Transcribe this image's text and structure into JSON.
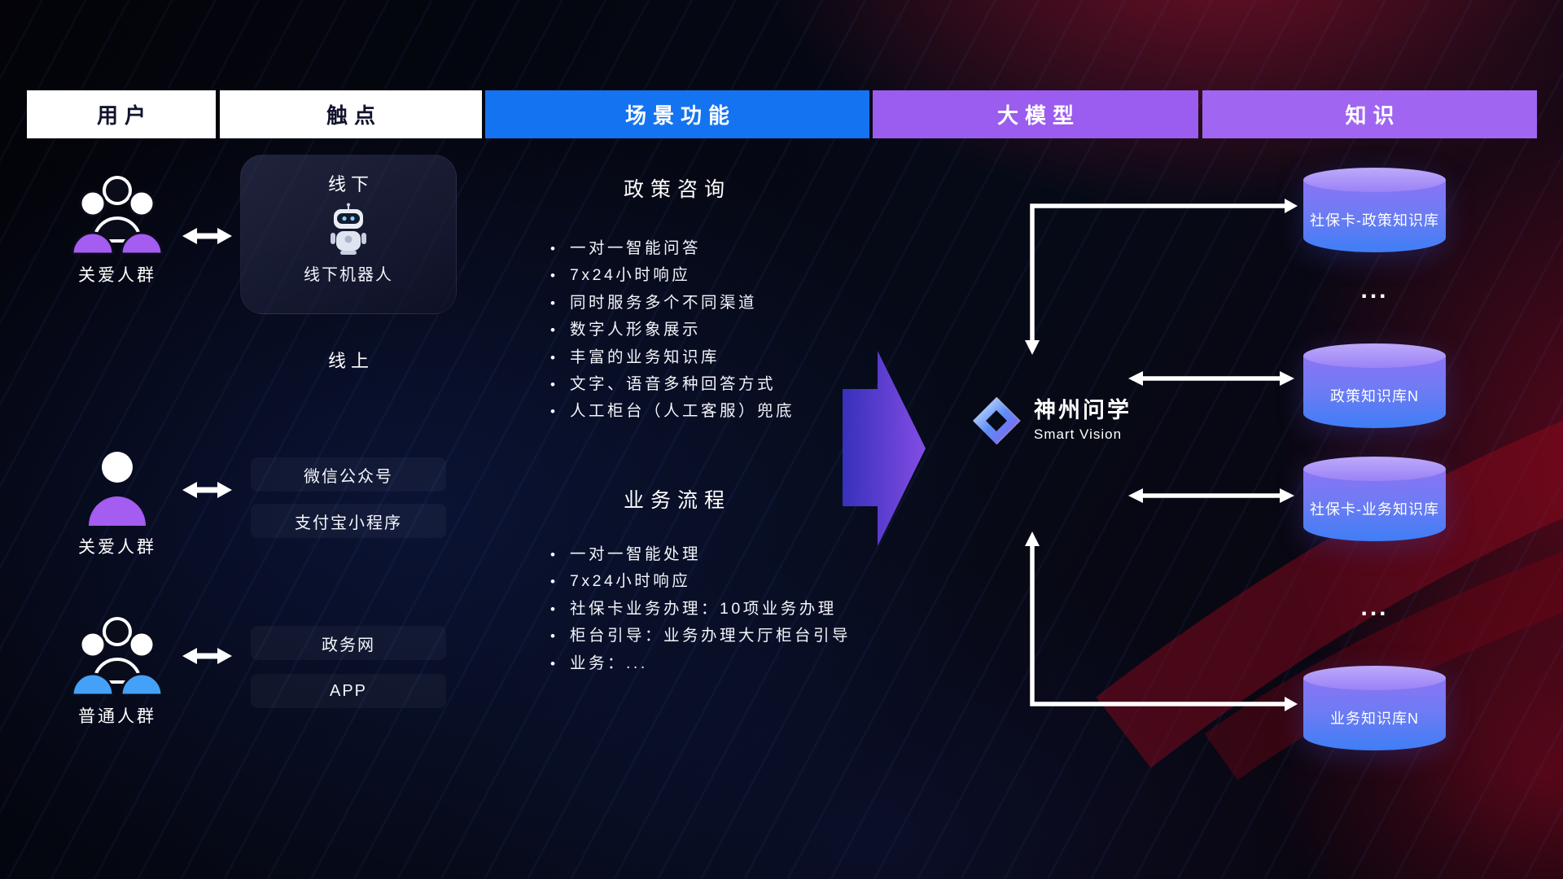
{
  "header": {
    "columns": [
      {
        "label": "用户"
      },
      {
        "label": "触点"
      },
      {
        "label": "场景功能"
      },
      {
        "label": "大模型"
      },
      {
        "label": "知识"
      }
    ]
  },
  "users": [
    {
      "label": "关爱人群"
    },
    {
      "label": "关爱人群"
    },
    {
      "label": "普通人群"
    }
  ],
  "touchpoints": {
    "offline": {
      "title": "线下",
      "robot_label": "线下机器人"
    },
    "online": {
      "title": "线上",
      "items": [
        "微信公众号",
        "支付宝小程序",
        "政务网",
        "APP"
      ]
    }
  },
  "scenarios": {
    "policy": {
      "title": "政策咨询",
      "items": [
        "一对一智能问答",
        "7x24小时响应",
        "同时服务多个不同渠道",
        "数字人形象展示",
        "丰富的业务知识库",
        "文字、语音多种回答方式",
        "人工柜台（人工客服）兜底"
      ]
    },
    "business": {
      "title": "业务流程",
      "items": [
        "一对一智能处理",
        "7x24小时响应",
        "社保卡业务办理：10项业务办理",
        "柜台引导：业务办理大厅柜台引导",
        "业务：..."
      ]
    }
  },
  "model": {
    "name": "神州问学",
    "subtitle": "Smart Vision"
  },
  "knowledge": {
    "databases": [
      {
        "label": "社保卡-政策知识库"
      },
      {
        "label": "政策知识库N"
      },
      {
        "label": "社保卡-业务知识库"
      },
      {
        "label": "业务知识库N"
      }
    ],
    "ellipsis": "..."
  },
  "icons": {
    "care_group": "people-group-icon",
    "single_person": "person-icon",
    "general_group": "people-group-icon",
    "robot": "robot-icon",
    "model_logo": "gem-diamond-icon",
    "flow_arrow": "right-arrow-icon",
    "link_arrow": "double-arrow-icon"
  },
  "colors": {
    "blue_header": "#1473f0",
    "purple_header": "#9b5cf0",
    "cylinder_top": "#bda9fa",
    "cylinder_body_start": "#8b74f4",
    "cylinder_body_end": "#3f7ef5",
    "user_purple": "#a55cf0",
    "user_blue": "#45a1f8",
    "arrow_white": "#ffffff"
  }
}
